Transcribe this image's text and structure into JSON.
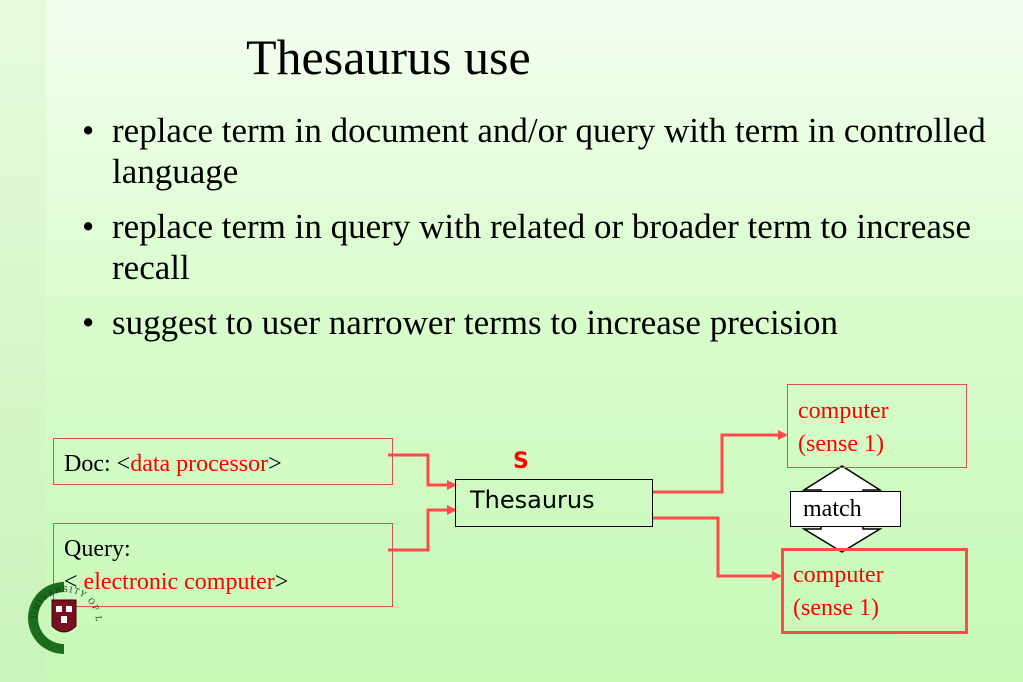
{
  "slide": {
    "title": "Thesaurus use",
    "bullets": [
      "replace term in document and/or query with term in controlled language",
      "replace term in query with related or broader term to increase recall",
      "suggest to user narrower terms to increase precision"
    ]
  },
  "diagram": {
    "doc": {
      "prefix": "Doc: <",
      "term": "data processor",
      "suffix": ">"
    },
    "query": {
      "line1": "Query:",
      "prefix": "< ",
      "term": "electronic computer",
      "suffix": ">"
    },
    "thesaurus": {
      "label": "Thesaurus",
      "marker": "S"
    },
    "output_top": {
      "line1": "computer",
      "line2": "(sense 1)"
    },
    "output_bottom": {
      "line1": "computer",
      "line2": "(sense 1)"
    },
    "match_label": "match"
  },
  "logo": {
    "text": "UNIVERSITY OF LEEDS"
  },
  "colors": {
    "accent": "#ff0000",
    "arrow": "#ff4a4a",
    "box_border": "#e05050",
    "logo_green": "#1c6e1e"
  }
}
